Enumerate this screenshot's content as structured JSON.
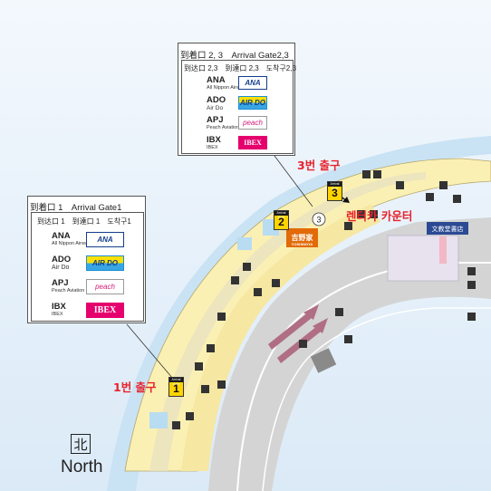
{
  "callout_gate23": {
    "header": "到着口 2, 3　Arrival Gate2,3",
    "subheader": "到达口 2,3　到達口 2,3　도착구2,3",
    "airlines": [
      {
        "code": "ANA",
        "name": "All Nippon Airways",
        "logo": "ANA"
      },
      {
        "code": "ADO",
        "name": "Air Do",
        "logo": "AIR DO"
      },
      {
        "code": "APJ",
        "name": "Peach Aviation",
        "logo": "peach"
      },
      {
        "code": "IBX",
        "name": "IBEX",
        "logo": "IBEX"
      }
    ]
  },
  "callout_gate1": {
    "header": "到着口 1　Arrival Gate1",
    "subheader": "到达口 1　到達口 1　도착구1",
    "airlines": [
      {
        "code": "ANA",
        "name": "All Nippon Airways",
        "logo": "ANA"
      },
      {
        "code": "ADO",
        "name": "Air Do",
        "logo": "AIR DO"
      },
      {
        "code": "APJ",
        "name": "Peach Aviation",
        "logo": "peach"
      },
      {
        "code": "IBX",
        "name": "IBEX",
        "logo": "IBEX"
      }
    ]
  },
  "annotations": {
    "exit3": "3번 출구",
    "exit1": "1번 출구",
    "rental_car": "렌터카 카운터"
  },
  "gates": {
    "gate1": {
      "top": "Arrival Gate",
      "number": "1"
    },
    "gate2": {
      "top": "Arrival Gate",
      "number": "2"
    },
    "gate3": {
      "top": "Arrival Gate",
      "number": "3"
    }
  },
  "markers": {
    "circle3": "3"
  },
  "stores": {
    "yoshinoya": {
      "jp": "吉野家",
      "en": "YOSHINOYA"
    },
    "bookstore": "文教堂書店"
  },
  "compass": {
    "kanji": "北",
    "label": "North"
  },
  "colors": {
    "terminal": "#fbf0b4",
    "water": "#bfe0f5",
    "road": "#c8c8c8",
    "accent_red": "#e8222b",
    "brand_blue": "#1a3f8c"
  }
}
